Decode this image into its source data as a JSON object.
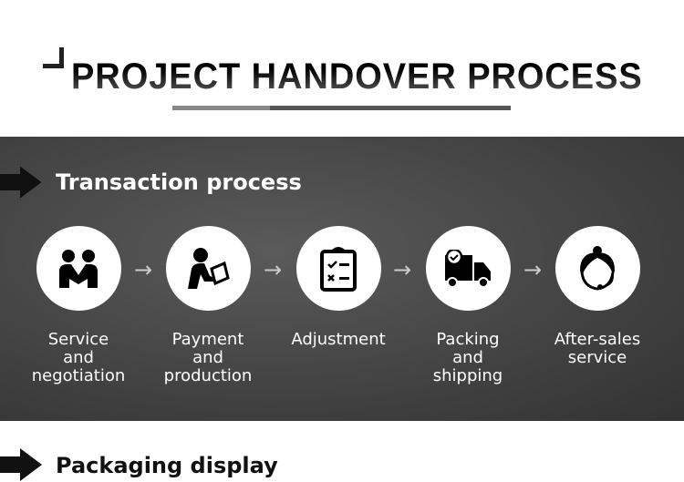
{
  "header": {
    "title": "PROJECT HANDOVER PROCESS"
  },
  "sections": [
    {
      "title": "Transaction process"
    },
    {
      "title": "Packaging display"
    }
  ],
  "steps": [
    {
      "label": "Service\nand\nnegotiation",
      "icon": "handshake-people-icon"
    },
    {
      "label": "Payment\nand\nproduction",
      "icon": "person-tablet-icon"
    },
    {
      "label": "Adjustment",
      "icon": "clipboard-checklist-icon"
    },
    {
      "label": "Packing\nand\nshipping",
      "icon": "delivery-truck-icon"
    },
    {
      "label": "After-sales\nservice",
      "icon": "customer-service-headset-icon"
    }
  ],
  "connector": "→"
}
